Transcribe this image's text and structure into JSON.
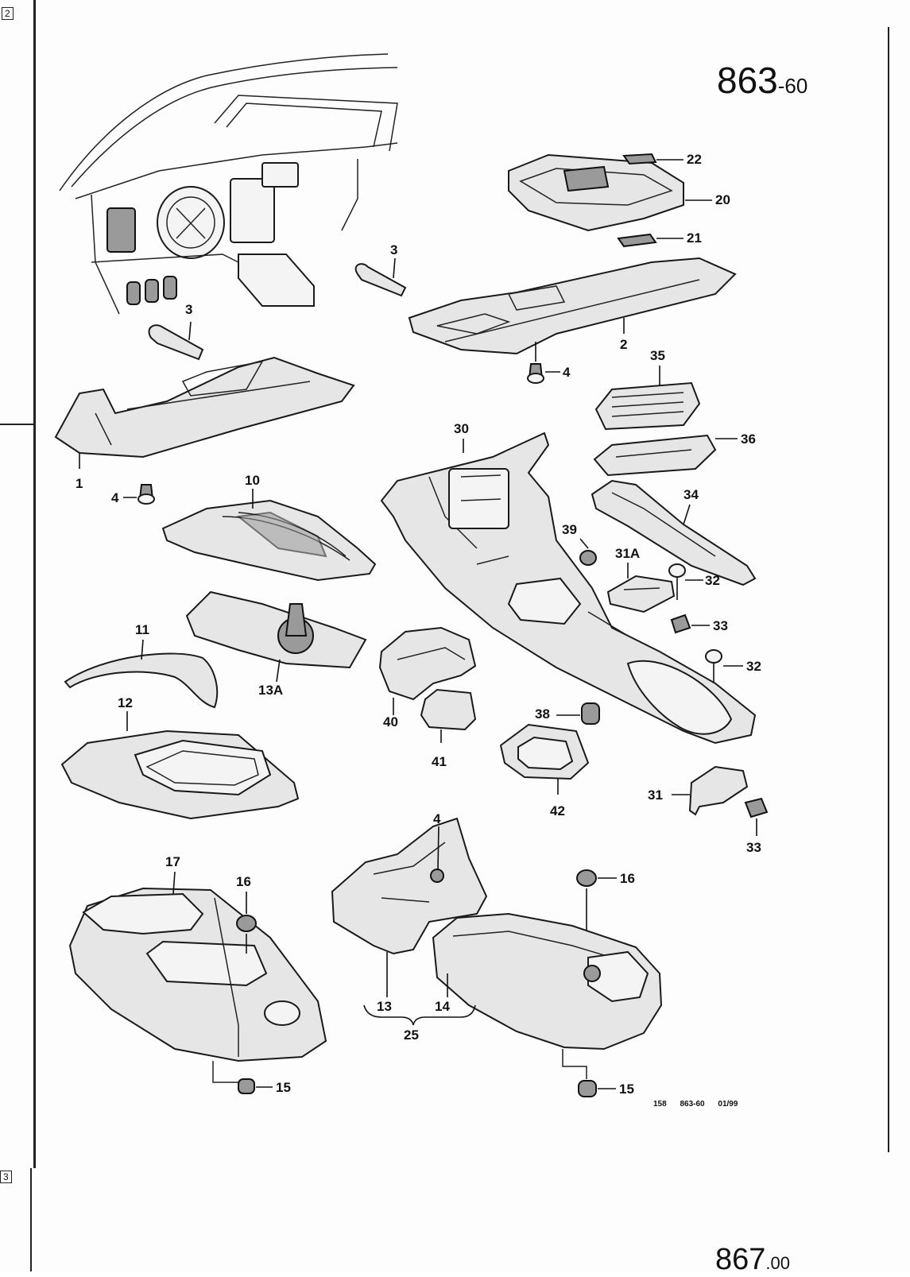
{
  "header": {
    "page_code": "863",
    "page_code_suffix": "-60"
  },
  "footer": {
    "ref_text": "158 863-60 01/99"
  },
  "next_page": {
    "page_code": "867",
    "page_code_suffix": ".00"
  },
  "margin_tabs": {
    "top": "2",
    "bottom": "3"
  },
  "callouts": {
    "c1": "1",
    "c2": "2",
    "c3a": "3",
    "c3b": "3",
    "c4a": "4",
    "c4b": "4",
    "c4c": "4",
    "c10": "10",
    "c11": "11",
    "c12": "12",
    "c13": "13",
    "c13a": "13A",
    "c14": "14",
    "c15a": "15",
    "c15b": "15",
    "c16a": "16",
    "c16b": "16",
    "c17": "17",
    "c20": "20",
    "c21": "21",
    "c22": "22",
    "c25": "25",
    "c30": "30",
    "c31": "31",
    "c31a": "31A",
    "c32a": "32",
    "c32b": "32",
    "c33a": "33",
    "c33b": "33",
    "c34": "34",
    "c35": "35",
    "c36": "36",
    "c38": "38",
    "c39": "39",
    "c40": "40",
    "c41": "41",
    "c42": "42"
  }
}
